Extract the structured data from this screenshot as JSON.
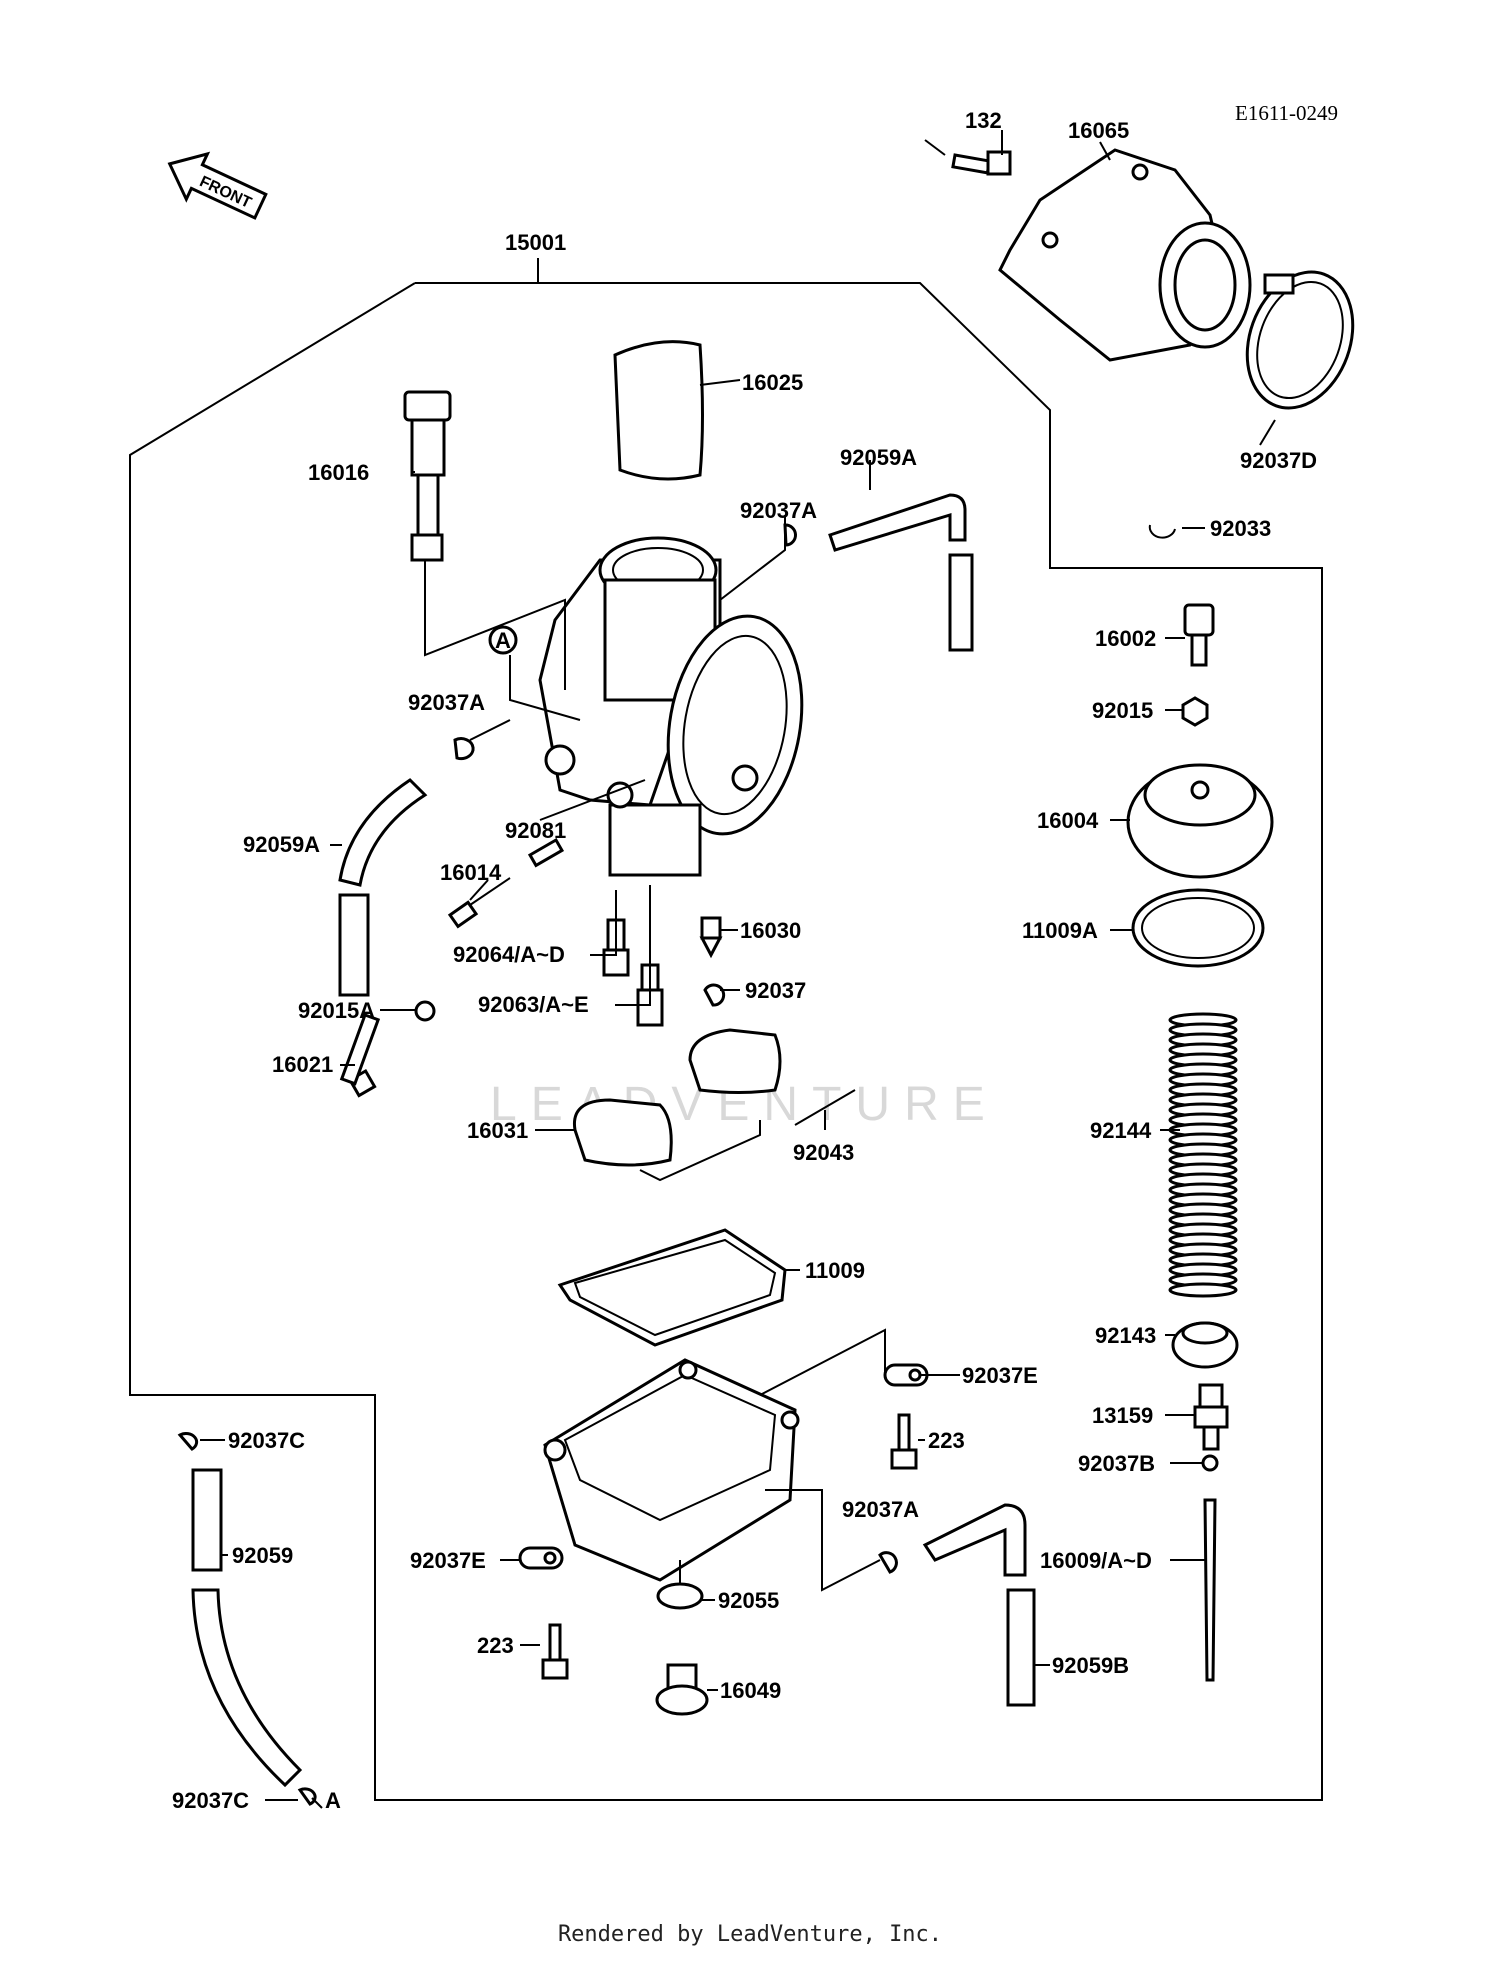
{
  "diagram_code": "E1611-0249",
  "front_arrow_label": "FRONT",
  "watermark": "LEADVENTURE",
  "footer": "Rendered by LeadVenture, Inc.",
  "callout_a": "A",
  "labels": {
    "p132": "132",
    "p16065": "16065",
    "p15001": "15001",
    "p16025": "16025",
    "p92037D": "92037D",
    "p16016": "16016",
    "p92059A_top": "92059A",
    "p92037A_top": "92037A",
    "p92033": "92033",
    "p16002": "16002",
    "p92015": "92015",
    "p92037A_left": "92037A",
    "p16004": "16004",
    "p92059A_left": "92059A",
    "p92081": "92081",
    "p16014": "16014",
    "p16030": "16030",
    "p11009A": "11009A",
    "p92064": "92064/A~D",
    "p92037": "92037",
    "p92015A": "92015A",
    "p92063": "92063/A~E",
    "p16021": "16021",
    "p16031": "16031",
    "p92043": "92043",
    "p92144": "92144",
    "p11009": "11009",
    "p92143": "92143",
    "p92037E_right": "92037E",
    "p13159": "13159",
    "p92037C_top": "92037C",
    "p223_right": "223",
    "p92037B": "92037B",
    "p92059": "92059",
    "p92037A_bottom": "92037A",
    "p92037E_left": "92037E",
    "p16009": "16009/A~D",
    "p92055": "92055",
    "p223_left": "223",
    "p92059B": "92059B",
    "p16049": "16049",
    "p92037C_bottom": "92037C"
  }
}
